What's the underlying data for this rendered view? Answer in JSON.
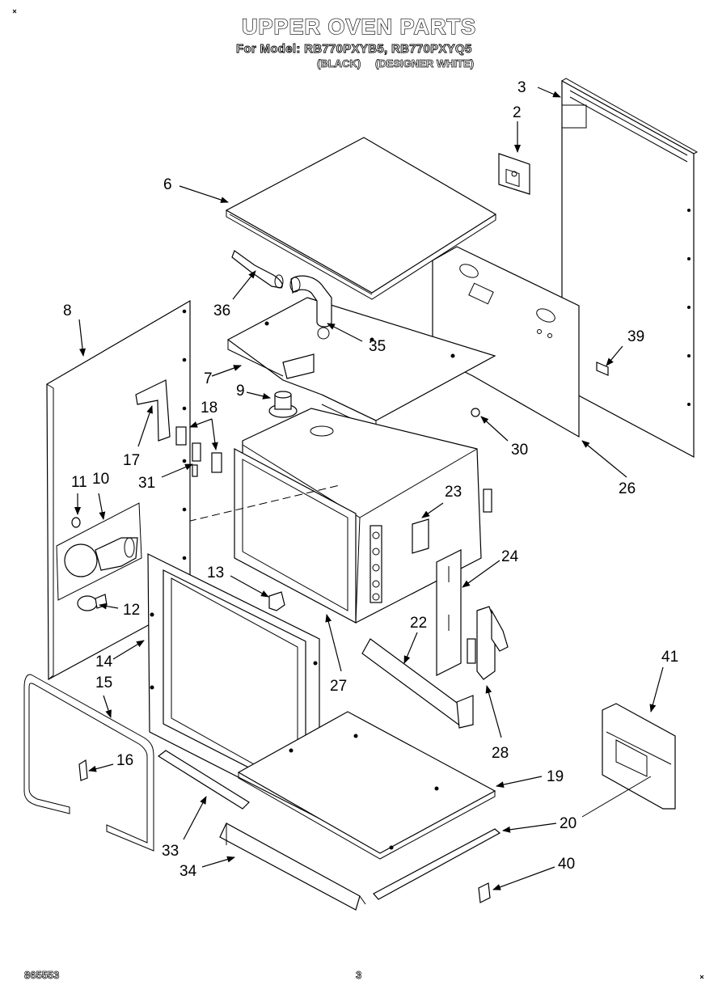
{
  "header": {
    "title": "UPPER OVEN PARTS",
    "model_line": "For Model: RB770PXYB5, RB770PXYQ5",
    "variant_black": "(BLACK)",
    "variant_white": "(DESIGNER WHITE)"
  },
  "footer": {
    "doc_number": "865553",
    "page_number": "3"
  },
  "callouts": [
    "2",
    "3",
    "6",
    "7",
    "8",
    "9",
    "10",
    "11",
    "12",
    "13",
    "14",
    "15",
    "16",
    "17",
    "18",
    "19",
    "20",
    "22",
    "23",
    "24",
    "26",
    "27",
    "28",
    "30",
    "31",
    "33",
    "34",
    "35",
    "36",
    "39",
    "40",
    "41"
  ]
}
